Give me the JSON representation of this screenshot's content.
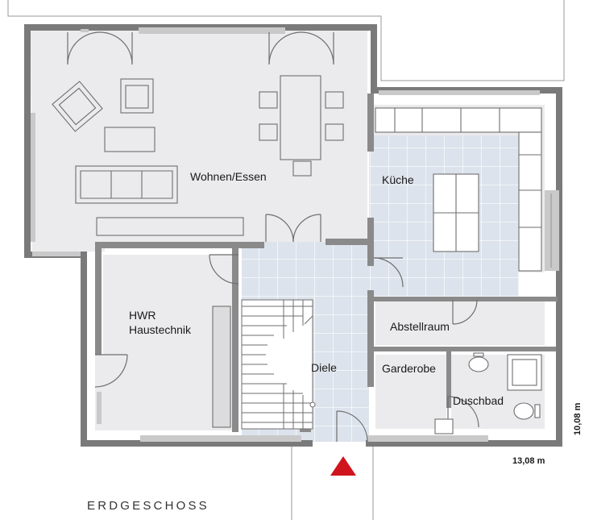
{
  "plan": {
    "floor_title": "ERDGESCHOSS",
    "rooms": {
      "wohnen": "Wohnen/Essen",
      "kueche": "Küche",
      "hwr_line1": "HWR",
      "hwr_line2": "Haustechnik",
      "abstellraum": "Abstellraum",
      "diele": "Diele",
      "garderobe": "Garderobe",
      "duschbad": "Duschbad"
    },
    "dimensions": {
      "width": "13,08 m",
      "depth": "10,08 m"
    }
  },
  "colors": {
    "room_fill": "#ebebed",
    "tile_fill": "#dde3ec",
    "tile_grid": "#ffffff",
    "wall_dark": "#7a7a7a",
    "wall_light": "#c9c9c9",
    "furniture_line": "#6e6e6e",
    "entrance_marker": "#d0141e"
  }
}
